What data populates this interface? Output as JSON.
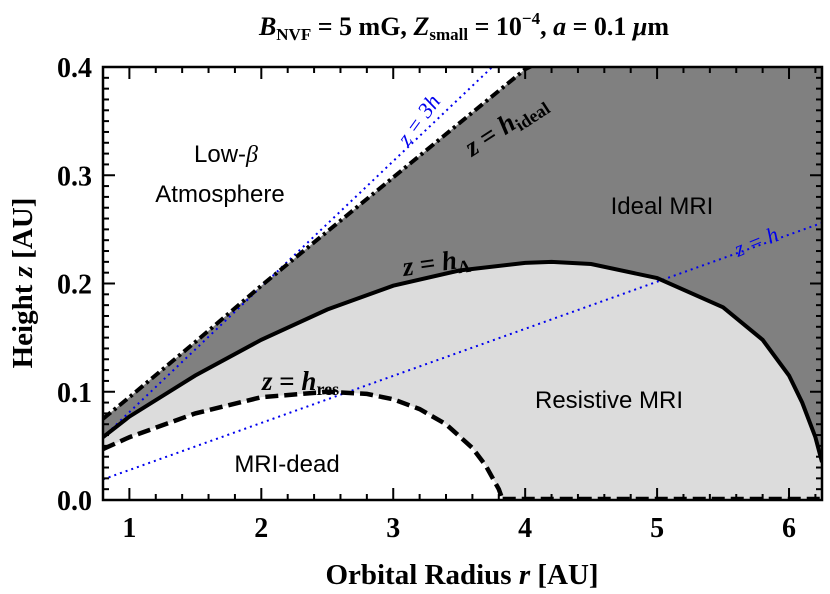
{
  "chart_data": {
    "type": "area",
    "title": {
      "b": "B",
      "b_sub": "NVF",
      "b_val": " = 5 mG,  ",
      "z": "Z",
      "z_sub": "small",
      "z_val": " = 10",
      "z_exp": "−4",
      "z_end": ",  ",
      "a": "a",
      "a_val": " = 0.1 ",
      "mu": "μ",
      "unit": "m"
    },
    "xlabel": {
      "text": "Orbital Radius  ",
      "var": "r",
      "unit": " [AU]"
    },
    "ylabel": {
      "text": "Height  ",
      "var": "z",
      "unit": " [AU]"
    },
    "xlim": [
      0.8,
      6.25
    ],
    "ylim": [
      0.0,
      0.4
    ],
    "xticks": [
      1,
      2,
      3,
      4,
      5,
      6
    ],
    "yticks": [
      0.0,
      0.1,
      0.2,
      0.3,
      0.4
    ],
    "xtick_labels": [
      "1",
      "2",
      "3",
      "4",
      "5",
      "6"
    ],
    "ytick_labels": [
      "0.0",
      "0.1",
      "0.2",
      "0.3",
      "0.4"
    ],
    "colors": {
      "ideal": "#808080",
      "resistive": "#dcdcdc",
      "dead": "#ffffff",
      "scale_lines": "#0000ee",
      "boundary": "#000000"
    },
    "series": [
      {
        "name": "h_ideal",
        "style": "dash-dot",
        "x": [
          0.8,
          1.0,
          1.5,
          2.0,
          2.5,
          3.0,
          3.5,
          4.0,
          4.2
        ],
        "y": [
          0.075,
          0.095,
          0.146,
          0.198,
          0.248,
          0.298,
          0.348,
          0.398,
          0.41
        ]
      },
      {
        "name": "h_Lambda",
        "style": "solid",
        "x": [
          0.8,
          1.0,
          1.5,
          2.0,
          2.5,
          3.0,
          3.5,
          4.0,
          4.2,
          4.5,
          5.0,
          5.5,
          5.8,
          6.0,
          6.1,
          6.2,
          6.25
        ],
        "y": [
          0.058,
          0.077,
          0.115,
          0.148,
          0.176,
          0.198,
          0.212,
          0.219,
          0.22,
          0.218,
          0.205,
          0.178,
          0.148,
          0.115,
          0.09,
          0.058,
          0.035
        ]
      },
      {
        "name": "h_res",
        "style": "dashed",
        "x": [
          0.8,
          1.0,
          1.5,
          2.0,
          2.5,
          2.8,
          3.0,
          3.2,
          3.4,
          3.6,
          3.7,
          3.8,
          3.83
        ],
        "y": [
          0.047,
          0.058,
          0.08,
          0.095,
          0.1,
          0.098,
          0.093,
          0.084,
          0.07,
          0.048,
          0.032,
          0.01,
          0.0
        ]
      },
      {
        "name": "3h",
        "style": "dotted",
        "x": [
          0.8,
          3.75
        ],
        "y": [
          0.058,
          0.4
        ]
      },
      {
        "name": "h",
        "style": "dotted",
        "x": [
          0.8,
          6.25
        ],
        "y": [
          0.019,
          0.256
        ]
      }
    ],
    "annotations": {
      "region_atmosphere_line1": "Low-",
      "region_atmosphere_beta": "β",
      "region_atmosphere_line2": "Atmosphere",
      "region_ideal": "Ideal MRI",
      "region_resistive": "Resistive MRI",
      "region_dead": "MRI-dead",
      "curve_ideal": {
        "z": "z",
        "eq": " = ",
        "h": "h",
        "sub": "ideal"
      },
      "curve_lambda": {
        "z": "z",
        "eq": " = ",
        "h": "h",
        "sub": "Λ"
      },
      "curve_res": {
        "z": "z",
        "eq": " = ",
        "h": "h",
        "sub": "res"
      },
      "line_3h": "z = 3h",
      "line_h": "z = h"
    }
  }
}
